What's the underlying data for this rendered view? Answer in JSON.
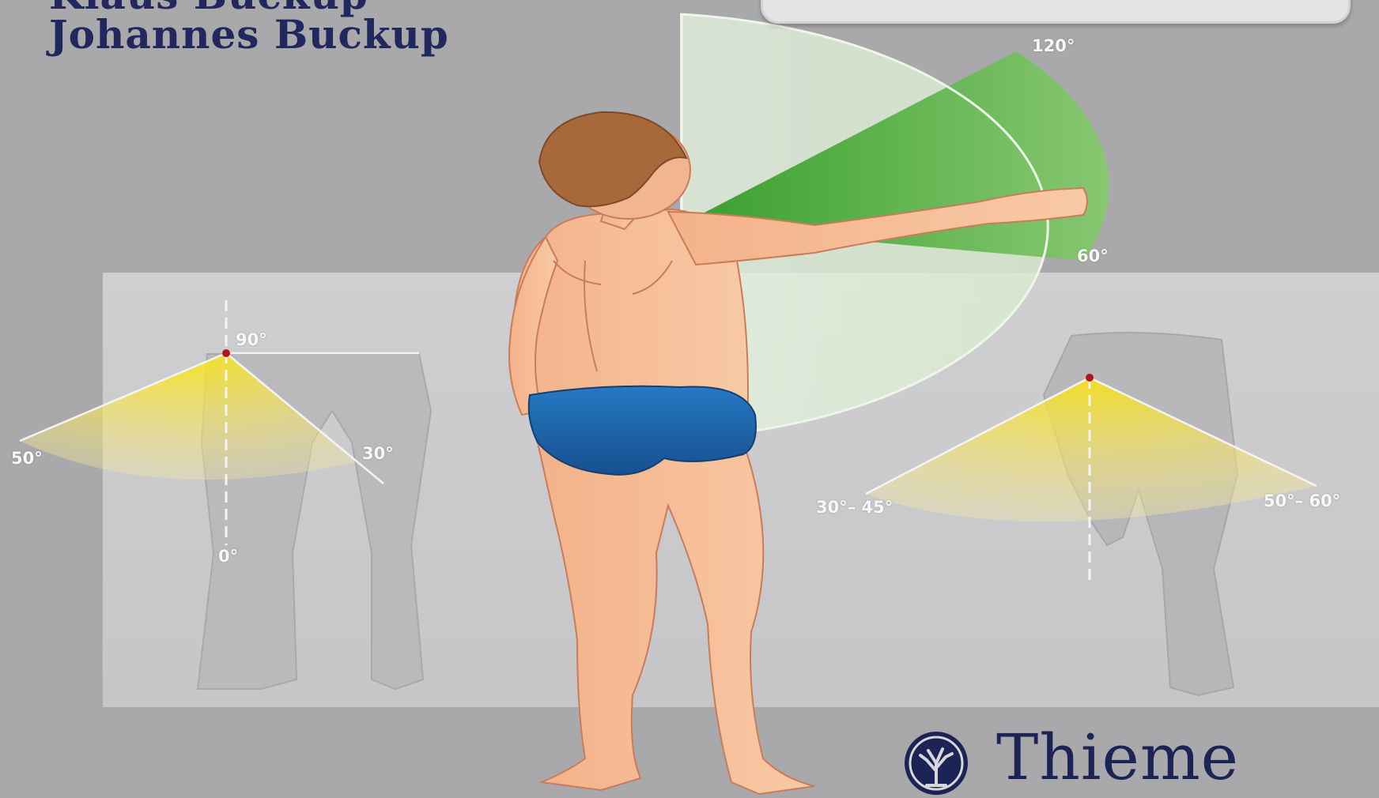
{
  "authors": {
    "line1": "Klaus Buckup",
    "line2": "Johannes Buckup"
  },
  "publisher": {
    "name": "Thieme",
    "logo_icon": "tree-emblem-icon"
  },
  "angle_labels": {
    "arm_upper": "120°",
    "arm_lower": "60°",
    "left_hip_top": "90°",
    "left_hip_left": "50°",
    "left_hip_right": "30°",
    "left_hip_bottom": "0°",
    "right_hip_left": "30°– 45°",
    "right_hip_right": "50°– 60°"
  },
  "colors": {
    "background": "#a9a9ab",
    "title_text": "#20285e",
    "arm_sector": "#5fb84a",
    "hip_sector": "#f5d22e",
    "skin": "#f2b68f",
    "briefs": "#1f6cb3"
  }
}
